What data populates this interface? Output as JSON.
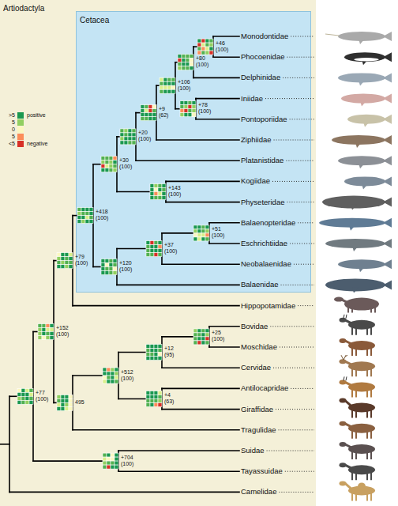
{
  "diagram": {
    "nodes": [
      {
        "text": [
          "Artiodactyla"
        ]
      },
      {
        "text": [
          "Cetacea"
        ],
        "in": 0
      }
    ],
    "labels": [
      "Monodontidae",
      "Phocoenidae",
      "Delphinidae",
      "Iniidae",
      "Pontoporiidae",
      "Ziphiidae",
      "Platanistidae",
      "Kogiidae",
      "Physeteridae",
      "Balaenopteridae",
      "Eschrichtiidae",
      "Neobalaenidae",
      "Balaenidae",
      "Hippopotamidae",
      "Bovidae",
      "Moschidae",
      "Cervidae",
      "Antilocapridae",
      "Giraffidae",
      "Tragulidae",
      "Suidae",
      "Tayassuidae",
      "Camelidae",
      "+46",
      "(100)",
      "+80",
      "(100)",
      "+106",
      "(100)",
      "+78",
      "(100)",
      "+9",
      "(62)",
      "+20",
      "(100)",
      "+30",
      "(100)",
      "+143",
      "(100)",
      "+418",
      "(100)",
      "+51",
      "(100)",
      "+37",
      "(100)",
      "+120",
      "(100)",
      "+79",
      "(100)",
      "+152",
      "(100)",
      "+25",
      "(100)",
      "+12",
      "(95)",
      "+512",
      "(100)",
      "495",
      "+4",
      "(63)",
      "+704",
      "(100)",
      "+77",
      "(100)",
      "positive",
      "negative"
    ],
    "legend": [
      {
        "text": ">5",
        "color": "#1a9850"
      },
      {
        "text": "5",
        "color": "#91cf60"
      },
      {
        "text": "0",
        "color": "#fbf7c0"
      },
      {
        "text": "5",
        "color": "#fc8d59"
      },
      {
        "text": "<5",
        "color": "#d73027"
      }
    ]
  }
}
